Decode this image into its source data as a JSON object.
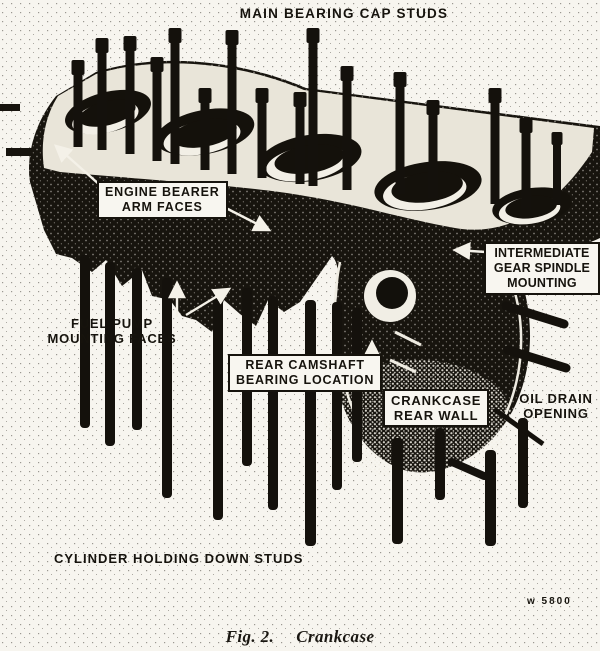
{
  "page": {
    "background": "#f7f5ef",
    "ink": "#16130d"
  },
  "figure": {
    "caption_fig": "Fig. 2.",
    "caption_title": "Crankcase",
    "drawing_number": "w 5800"
  },
  "labels": {
    "main_bearing_cap_studs": {
      "text": "MAIN BEARING CAP STUDS"
    },
    "engine_bearer_arm_faces": {
      "line1": "ENGINE BEARER",
      "line2": "ARM FACES"
    },
    "intermediate_gear_spindle_mounting": {
      "line1": "INTERMEDIATE",
      "line2": "GEAR SPINDLE",
      "line3": "MOUNTING"
    },
    "fuel_pump_mounting_faces": {
      "line1": "FUEL PUMP",
      "line2": "MOUNTING FACES"
    },
    "rear_camshaft_bearing_location": {
      "line1": "REAR CAMSHAFT",
      "line2": "BEARING LOCATION"
    },
    "crankcase_rear_wall": {
      "line1": "CRANKCASE",
      "line2": "REAR WALL"
    },
    "oil_drain_opening": {
      "line1": "OIL DRAIN",
      "line2": "OPENING"
    },
    "cylinder_holding_down_studs": {
      "text": "CYLINDER HOLDING DOWN STUDS"
    }
  }
}
